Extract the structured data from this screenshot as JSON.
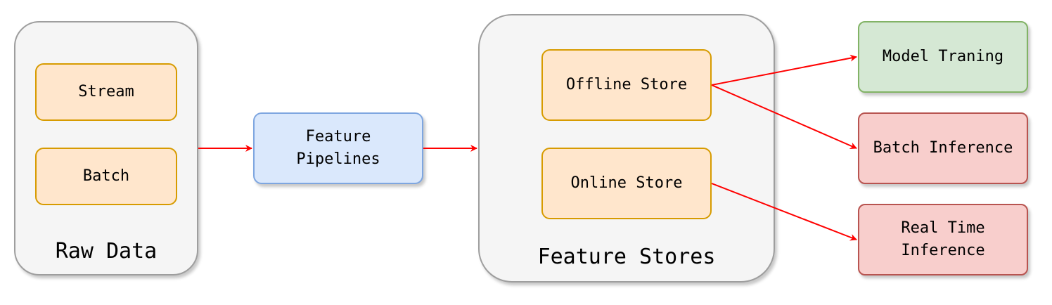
{
  "raw_data": {
    "label": "Raw Data",
    "stream": "Stream",
    "batch": "Batch"
  },
  "feature_pipelines": {
    "label": "Feature\nPipelines"
  },
  "feature_stores": {
    "label": "Feature Stores",
    "offline": "Offline Store",
    "online": "Online Store"
  },
  "consumers": {
    "model_training": "Model Traning",
    "batch_inference": "Batch Inference",
    "real_time_inference": "Real Time\nInference"
  },
  "colors": {
    "arrow": "#ff0000",
    "orange_fill": "#ffe6cc",
    "blue_fill": "#dae8fc",
    "green_fill": "#d5e8d4",
    "red_fill": "#f8cecc",
    "group_fill": "#f5f5f5"
  }
}
